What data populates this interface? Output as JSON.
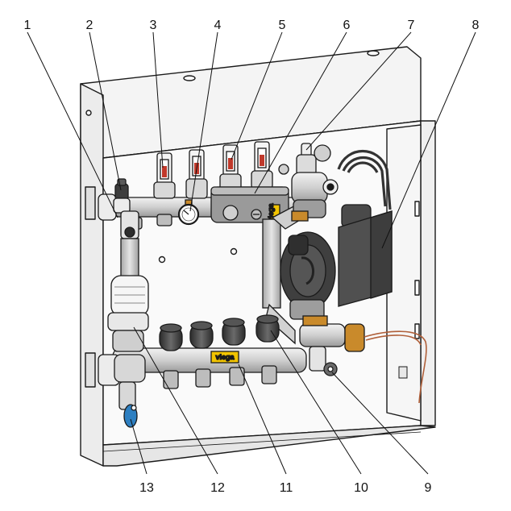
{
  "figure": {
    "brand_logo": "viega"
  },
  "callouts": [
    {
      "id": "1",
      "label": "1"
    },
    {
      "id": "2",
      "label": "2"
    },
    {
      "id": "3",
      "label": "3"
    },
    {
      "id": "4",
      "label": "4"
    },
    {
      "id": "5",
      "label": "5"
    },
    {
      "id": "6",
      "label": "6"
    },
    {
      "id": "7",
      "label": "7"
    },
    {
      "id": "8",
      "label": "8"
    },
    {
      "id": "9",
      "label": "9"
    },
    {
      "id": "10",
      "label": "10"
    },
    {
      "id": "11",
      "label": "11"
    },
    {
      "id": "12",
      "label": "12"
    },
    {
      "id": "13",
      "label": "13"
    }
  ],
  "colors": {
    "outline": "#1a1a1a",
    "cabinet": "#f7f7f7",
    "pipe": "#d9d9d9",
    "pump": "#4d4d4d",
    "cap": "#3a3a3a",
    "brass": "#c98a2b",
    "valve_blue": "#2d7fc1",
    "brand_yellow": "#f2c400",
    "sensor_wire": "#b0603a"
  }
}
